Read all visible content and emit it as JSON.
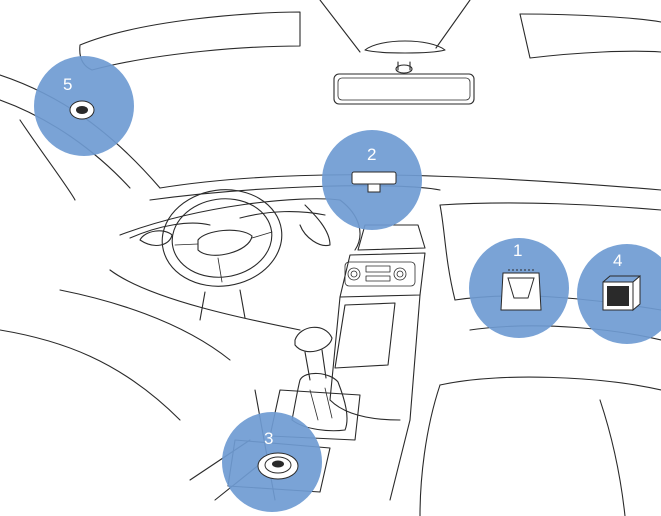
{
  "accent_color": "#6f9bd3",
  "label_color": "#ffffff",
  "locations": [
    {
      "id": "location-1",
      "label": "1",
      "device": "obd-port-device-icon"
    },
    {
      "id": "location-2",
      "label": "2",
      "device": "windshield-mount-device-icon"
    },
    {
      "id": "location-3",
      "label": "3",
      "device": "floor-console-device-icon"
    },
    {
      "id": "location-4",
      "label": "4",
      "device": "box-device-icon"
    },
    {
      "id": "location-5",
      "label": "5",
      "device": "pillar-device-icon"
    }
  ]
}
